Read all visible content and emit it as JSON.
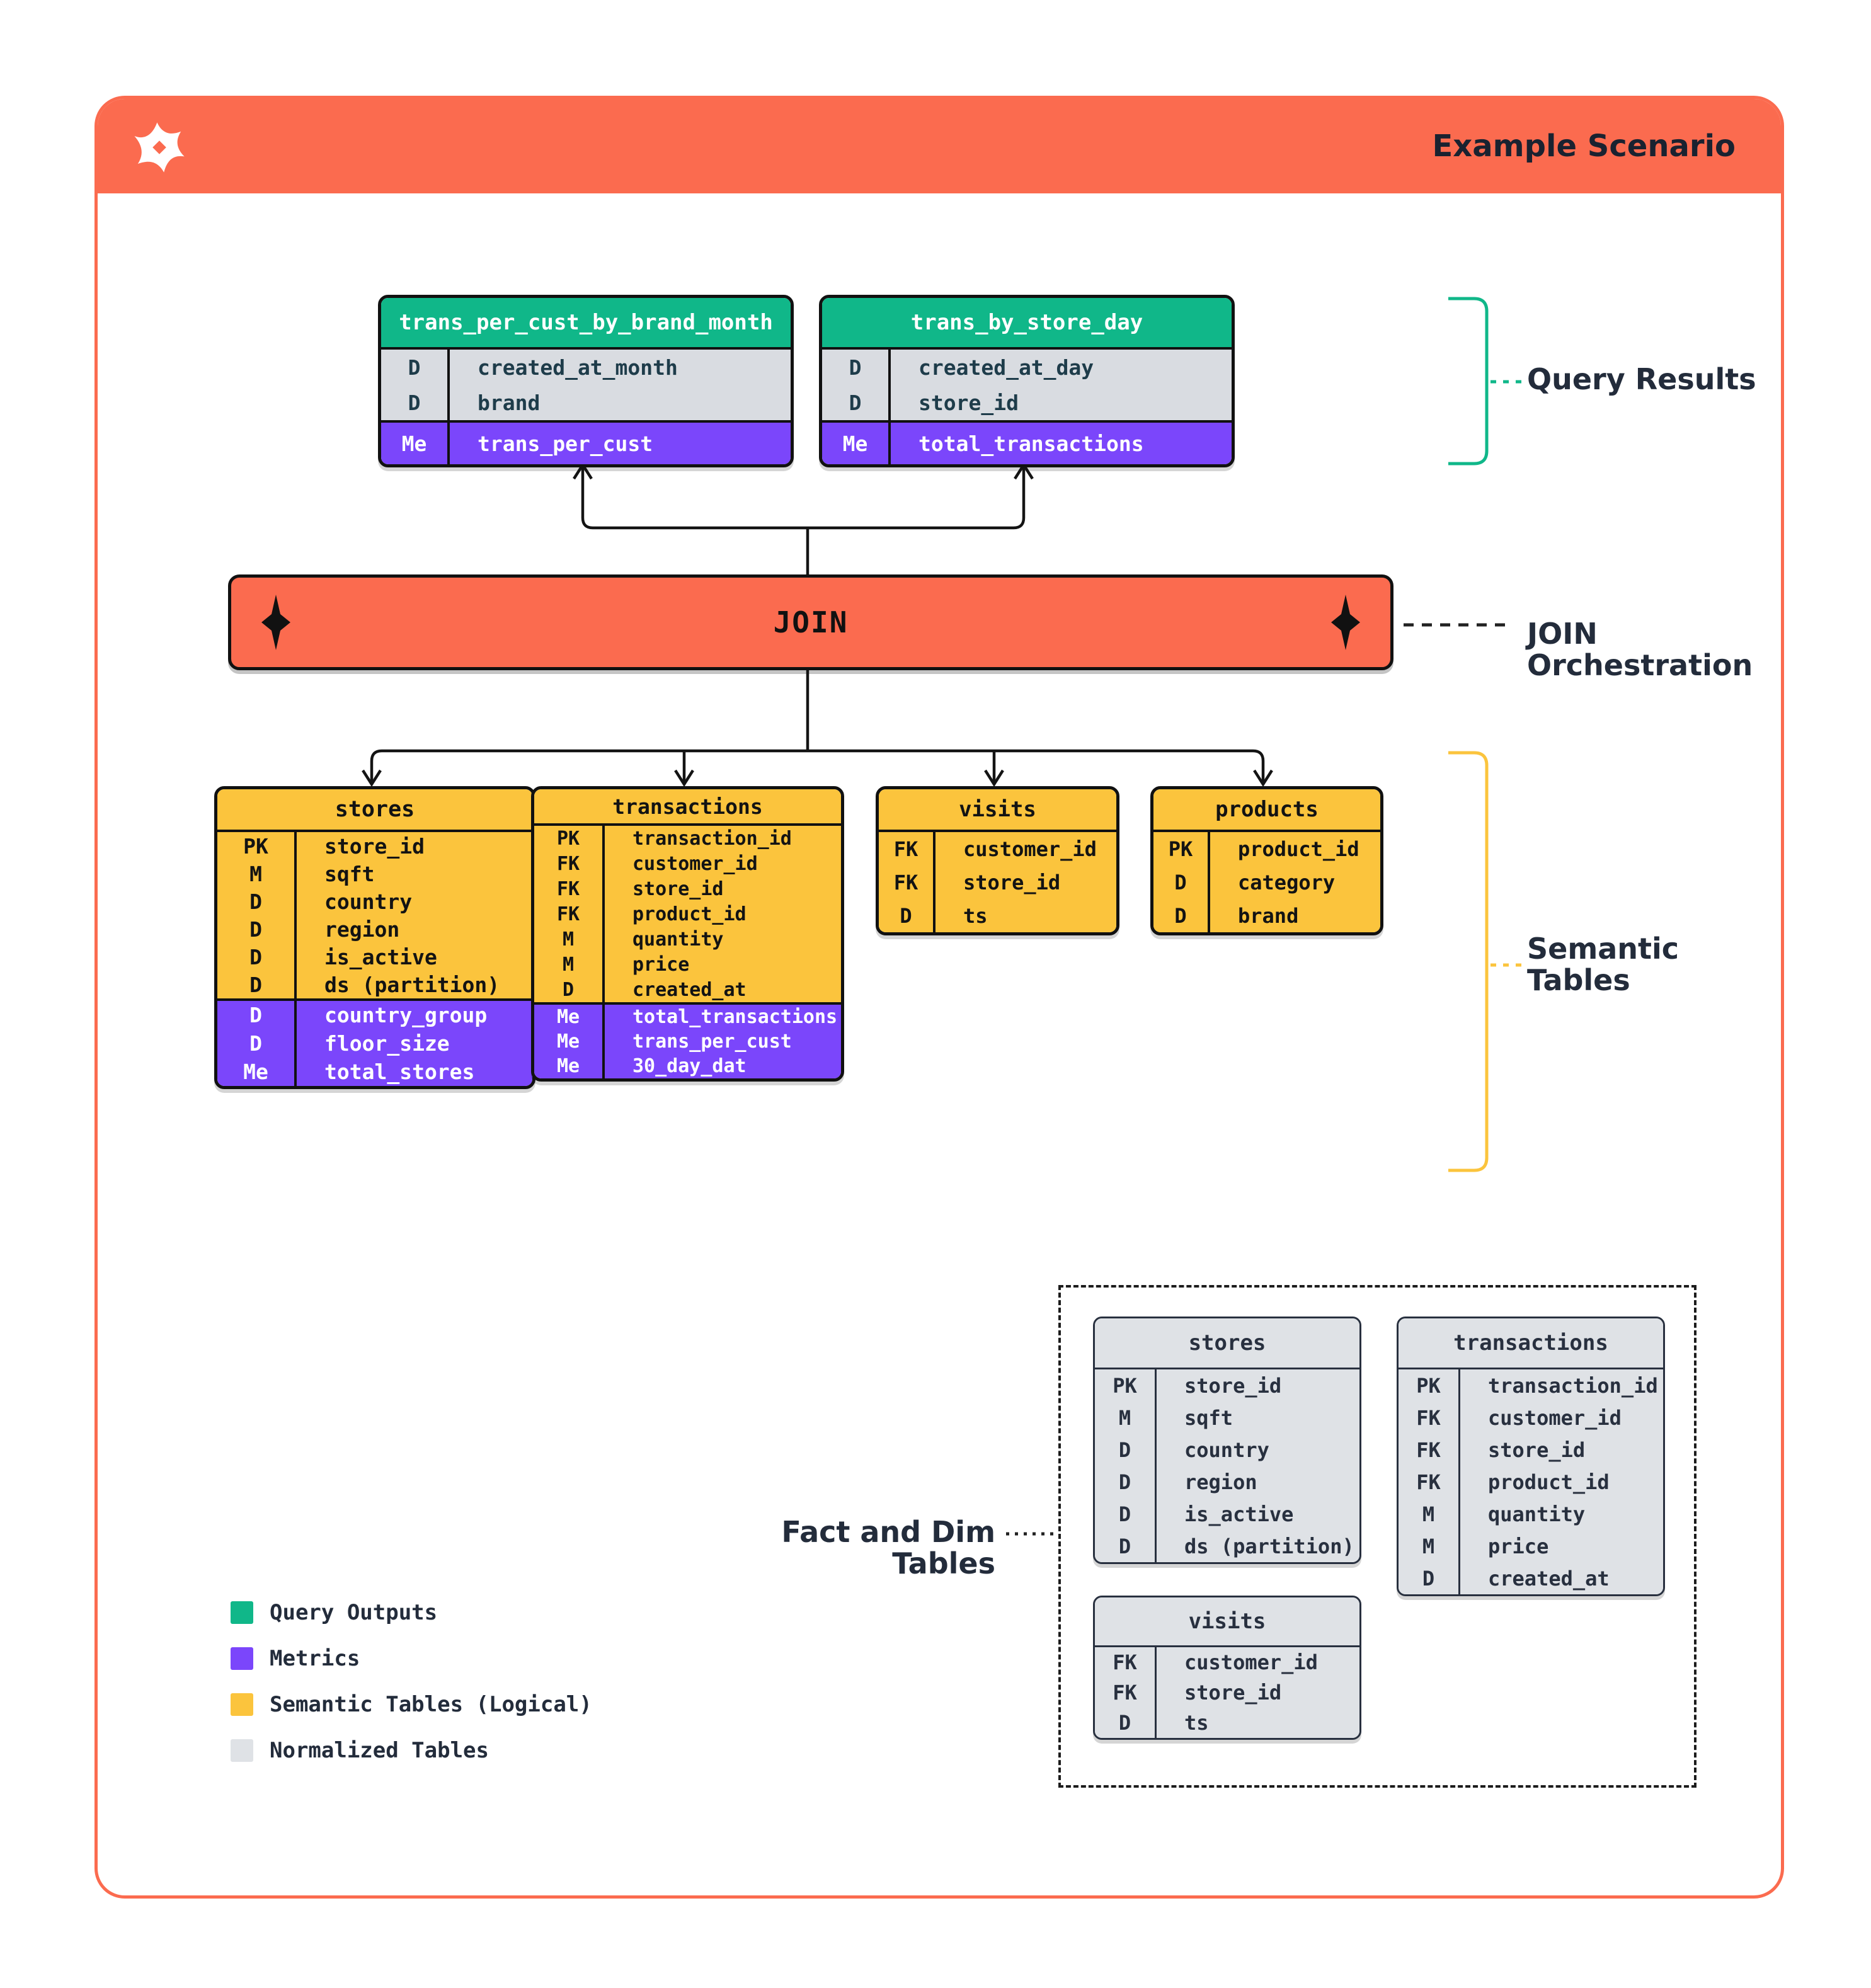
{
  "header": {
    "title": "Example Scenario"
  },
  "join": {
    "label": "JOIN"
  },
  "annotations": {
    "query_results": "Query Results",
    "join_orchestration": "JOIN Orchestration",
    "semantic_tables": "Semantic Tables",
    "fact_dim": "Fact and Dim Tables"
  },
  "query_results_tables": [
    {
      "name": "trans_per_cust_by_brand_month",
      "rows": [
        {
          "badge": "D",
          "field": "created_at_month"
        },
        {
          "badge": "D",
          "field": "brand"
        }
      ],
      "metrics": [
        {
          "badge": "Me",
          "field": "trans_per_cust"
        }
      ]
    },
    {
      "name": "trans_by_store_day",
      "rows": [
        {
          "badge": "D",
          "field": "created_at_day"
        },
        {
          "badge": "D",
          "field": "store_id"
        }
      ],
      "metrics": [
        {
          "badge": "Me",
          "field": "total_transactions"
        }
      ]
    }
  ],
  "semantic_tables": [
    {
      "name": "stores",
      "rows": [
        {
          "badge": "PK",
          "field": "store_id"
        },
        {
          "badge": "M",
          "field": "sqft"
        },
        {
          "badge": "D",
          "field": "country"
        },
        {
          "badge": "D",
          "field": "region"
        },
        {
          "badge": "D",
          "field": "is_active"
        },
        {
          "badge": "D",
          "field": "ds (partition)"
        }
      ],
      "metrics": [
        {
          "badge": "D",
          "field": "country_group"
        },
        {
          "badge": "D",
          "field": "floor_size"
        },
        {
          "badge": "Me",
          "field": "total_stores"
        }
      ]
    },
    {
      "name": "transactions",
      "rows": [
        {
          "badge": "PK",
          "field": "transaction_id"
        },
        {
          "badge": "FK",
          "field": "customer_id"
        },
        {
          "badge": "FK",
          "field": "store_id"
        },
        {
          "badge": "FK",
          "field": "product_id"
        },
        {
          "badge": "M",
          "field": "quantity"
        },
        {
          "badge": "M",
          "field": "price"
        },
        {
          "badge": "D",
          "field": "created_at"
        }
      ],
      "metrics": [
        {
          "badge": "Me",
          "field": "total_transactions"
        },
        {
          "badge": "Me",
          "field": "trans_per_cust"
        },
        {
          "badge": "Me",
          "field": "30_day_dat"
        }
      ]
    },
    {
      "name": "visits",
      "rows": [
        {
          "badge": "FK",
          "field": "customer_id"
        },
        {
          "badge": "FK",
          "field": "store_id"
        },
        {
          "badge": "D",
          "field": "ts"
        }
      ],
      "metrics": []
    },
    {
      "name": "products",
      "rows": [
        {
          "badge": "PK",
          "field": "product_id"
        },
        {
          "badge": "D",
          "field": "category"
        },
        {
          "badge": "D",
          "field": "brand"
        }
      ],
      "metrics": []
    }
  ],
  "normalized_tables": [
    {
      "name": "stores",
      "rows": [
        {
          "badge": "PK",
          "field": "store_id"
        },
        {
          "badge": "M",
          "field": "sqft"
        },
        {
          "badge": "D",
          "field": "country"
        },
        {
          "badge": "D",
          "field": "region"
        },
        {
          "badge": "D",
          "field": "is_active"
        },
        {
          "badge": "D",
          "field": "ds (partition)"
        }
      ]
    },
    {
      "name": "transactions",
      "rows": [
        {
          "badge": "PK",
          "field": "transaction_id"
        },
        {
          "badge": "FK",
          "field": "customer_id"
        },
        {
          "badge": "FK",
          "field": "store_id"
        },
        {
          "badge": "FK",
          "field": "product_id"
        },
        {
          "badge": "M",
          "field": "quantity"
        },
        {
          "badge": "M",
          "field": "price"
        },
        {
          "badge": "D",
          "field": "created_at"
        }
      ]
    },
    {
      "name": "visits",
      "rows": [
        {
          "badge": "FK",
          "field": "customer_id"
        },
        {
          "badge": "FK",
          "field": "store_id"
        },
        {
          "badge": "D",
          "field": "ts"
        }
      ]
    }
  ],
  "legend": {
    "items": [
      {
        "label": "Query Outputs",
        "color": "#10B789"
      },
      {
        "label": "Metrics",
        "color": "#7B46FB"
      },
      {
        "label": "Semantic Tables (Logical)",
        "color": "#FBC43D"
      },
      {
        "label": "Normalized Tables",
        "color": "#DFE2E6"
      }
    ]
  },
  "colors": {
    "orange": "#FB6B4F",
    "green": "#10B789",
    "purple": "#7B46FB",
    "yellow": "#FBC43D",
    "gray": "#DFE2E6",
    "navy": "#232C3B"
  }
}
